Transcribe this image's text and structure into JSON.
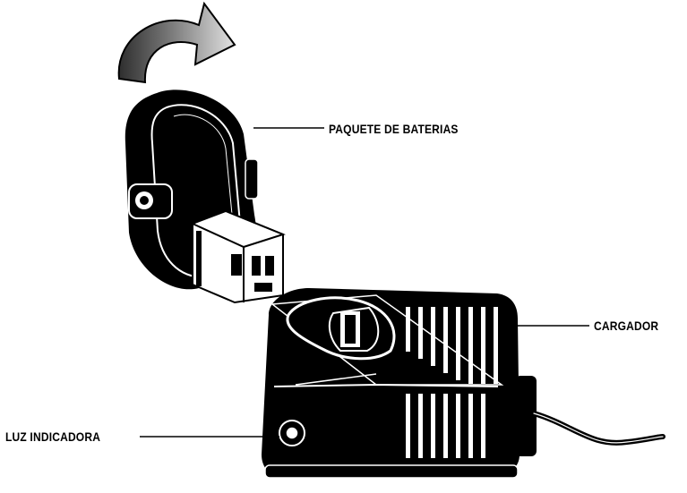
{
  "labels": {
    "battery_pack": "PAQUETE DE BATERIAS",
    "charger": "CARGADOR",
    "indicator_light": "LUZ INDICADORA"
  },
  "colors": {
    "ink": "#000000",
    "paper": "#ffffff",
    "arrow_dark": "#3a3a3a",
    "arrow_light": "#d8d8d8"
  },
  "icons": {
    "rotate_arrow": "curved-rotation-arrow"
  }
}
